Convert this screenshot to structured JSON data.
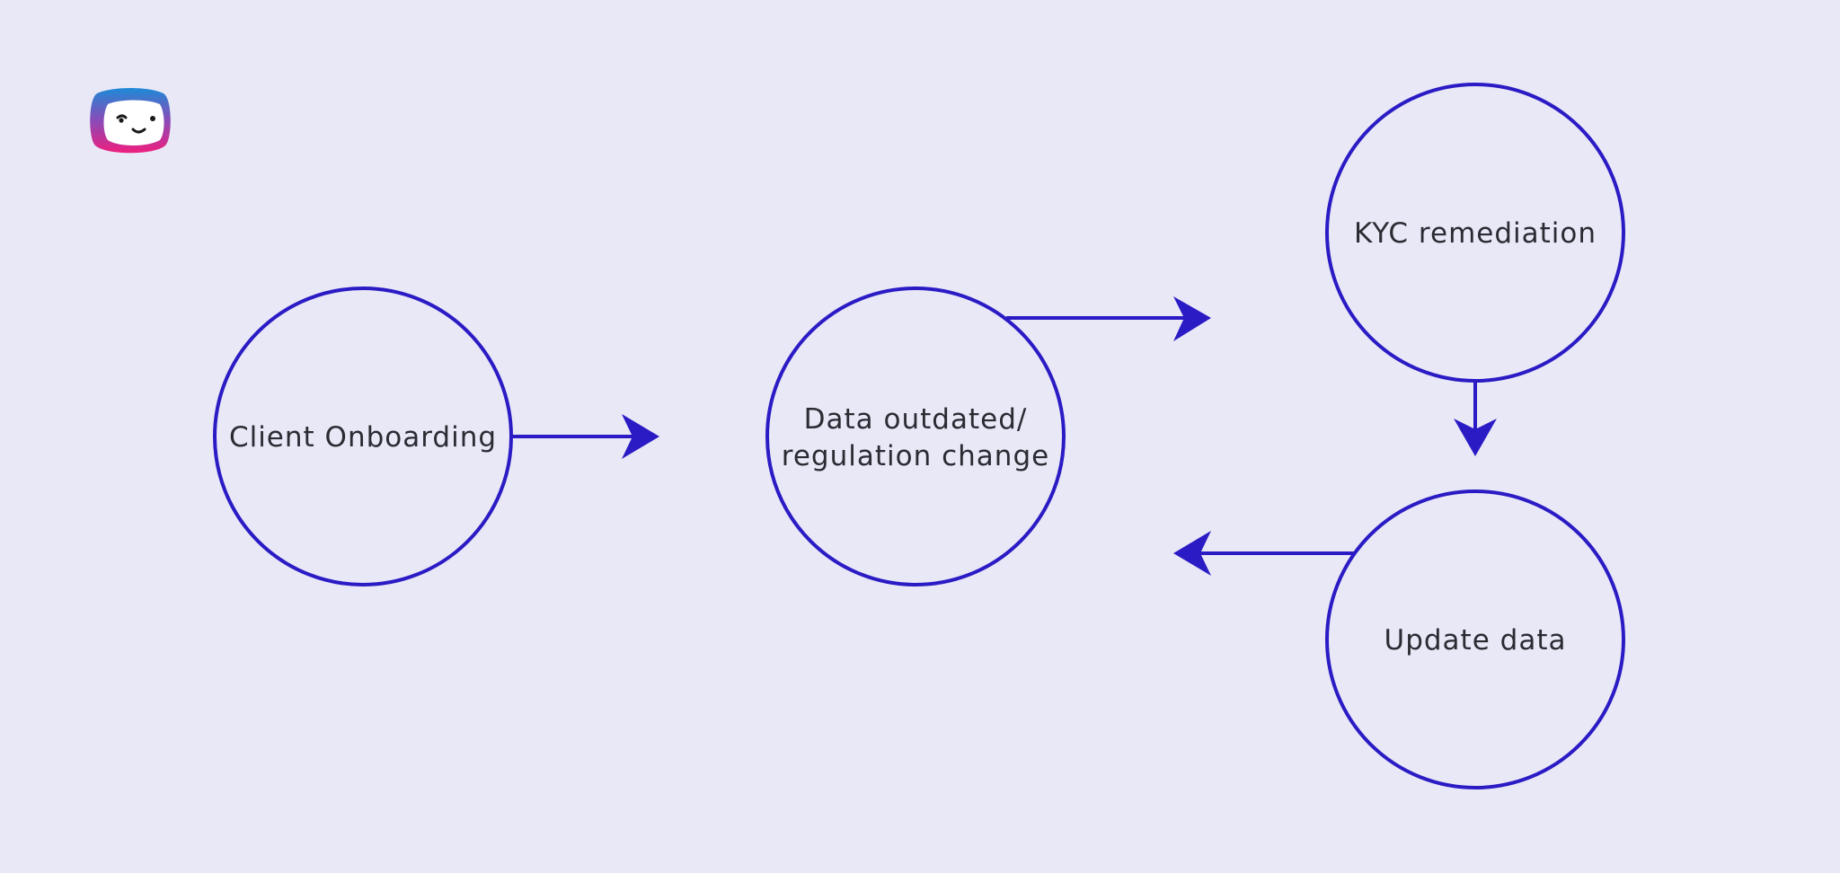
{
  "diagram": {
    "nodes": [
      {
        "id": "client-onboarding",
        "lines": [
          "Client Onboarding"
        ]
      },
      {
        "id": "data-outdated",
        "lines": [
          "Data outdated/",
          "regulation change"
        ]
      },
      {
        "id": "kyc-remediation",
        "lines": [
          "KYC remediation"
        ]
      },
      {
        "id": "update-data",
        "lines": [
          "Update data"
        ]
      }
    ],
    "edges": [
      {
        "from": "client-onboarding",
        "to": "data-outdated"
      },
      {
        "from": "data-outdated",
        "to": "kyc-remediation"
      },
      {
        "from": "kyc-remediation",
        "to": "update-data"
      },
      {
        "from": "update-data",
        "to": "data-outdated"
      }
    ]
  },
  "colors": {
    "background": "#e9e8f7",
    "stroke": "#2a1bc4",
    "text": "#2b2b33"
  },
  "logo": {
    "icon": "mascot-logo-icon"
  }
}
